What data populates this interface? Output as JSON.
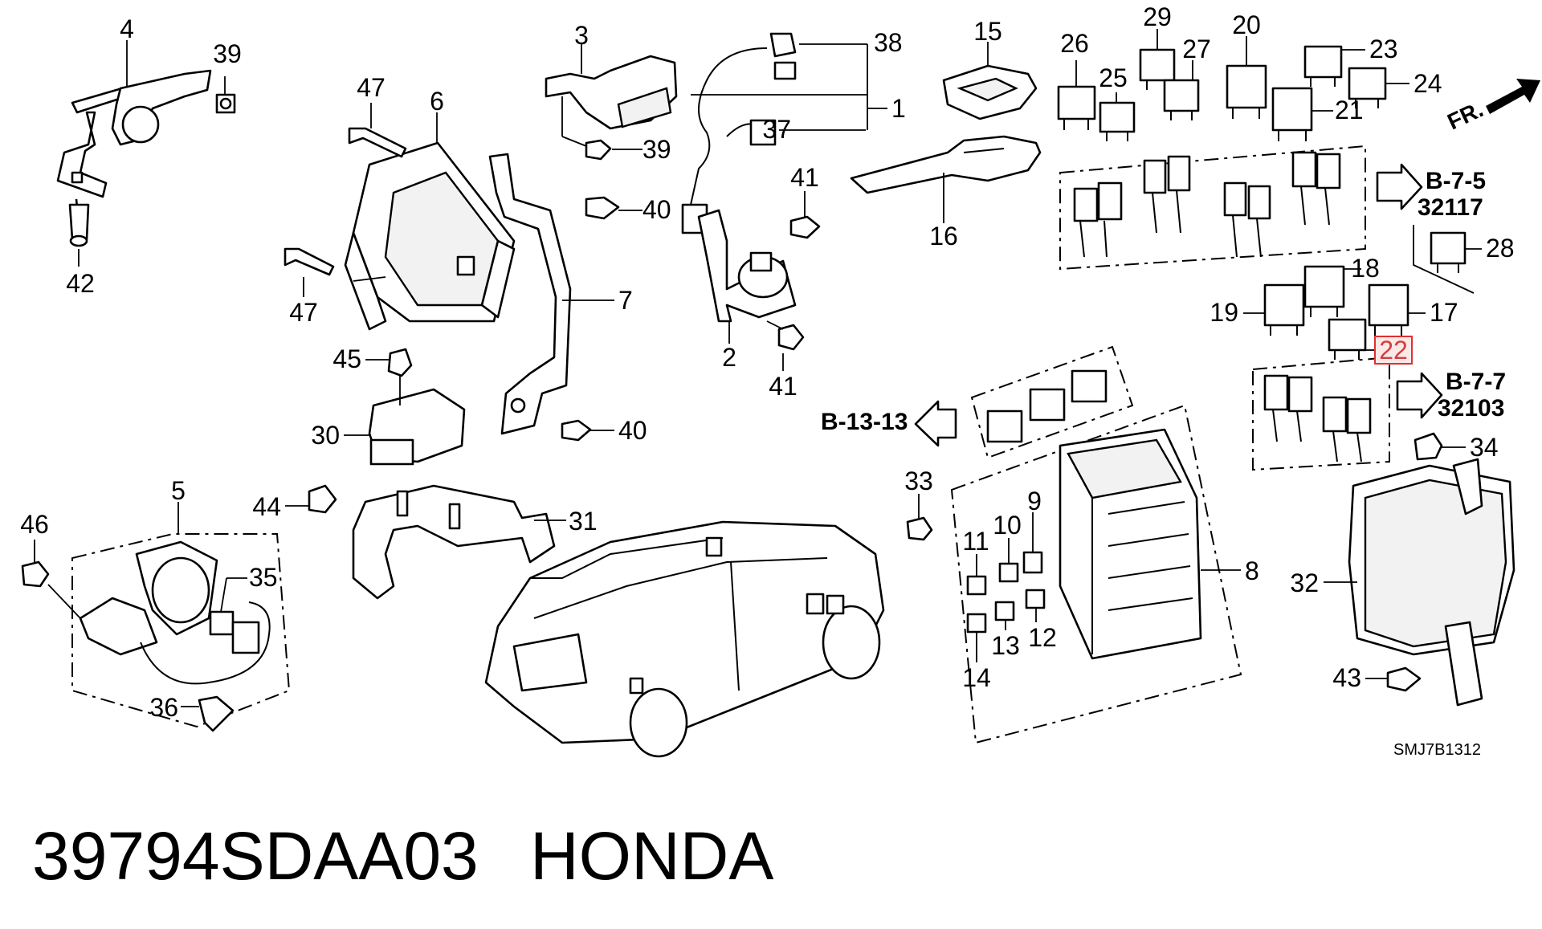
{
  "diagram": {
    "part_labels": {
      "p1": "1",
      "p2": "2",
      "p3": "3",
      "p4": "4",
      "p5": "5",
      "p6": "6",
      "p7": "7",
      "p8": "8",
      "p9": "9",
      "p10": "10",
      "p11": "11",
      "p12": "12",
      "p13": "13",
      "p14": "14",
      "p15": "15",
      "p16": "16",
      "p17": "17",
      "p18": "18",
      "p19": "19",
      "p20": "20",
      "p21": "21",
      "p22": "22",
      "p23": "23",
      "p24": "24",
      "p25": "25",
      "p26": "26",
      "p27": "27",
      "p28": "28",
      "p29": "29",
      "p30": "30",
      "p31": "31",
      "p32": "32",
      "p33": "33",
      "p34": "34",
      "p35": "35",
      "p36": "36",
      "p37": "37",
      "p38": "38",
      "p39a": "39",
      "p39b": "39",
      "p40a": "40",
      "p40b": "40",
      "p41a": "41",
      "p41b": "41",
      "p42": "42",
      "p43": "43",
      "p44": "44",
      "p45": "45",
      "p46": "46",
      "p47a": "47",
      "p47b": "47"
    },
    "highlighted_part": "22",
    "references": {
      "b75_line1": "B-7-5",
      "b75_line2": "32117",
      "b77_line1": "B-7-7",
      "b77_line2": "32103",
      "b1313": "B-13-13"
    },
    "direction_label": "FR.",
    "diagram_code": "SMJ7B1312"
  },
  "footer": {
    "part_number": "39794SDAA03",
    "brand": "HONDA"
  },
  "colors": {
    "highlight_border": "#e03030",
    "highlight_fill": "#fde8e8",
    "line": "#000000"
  }
}
